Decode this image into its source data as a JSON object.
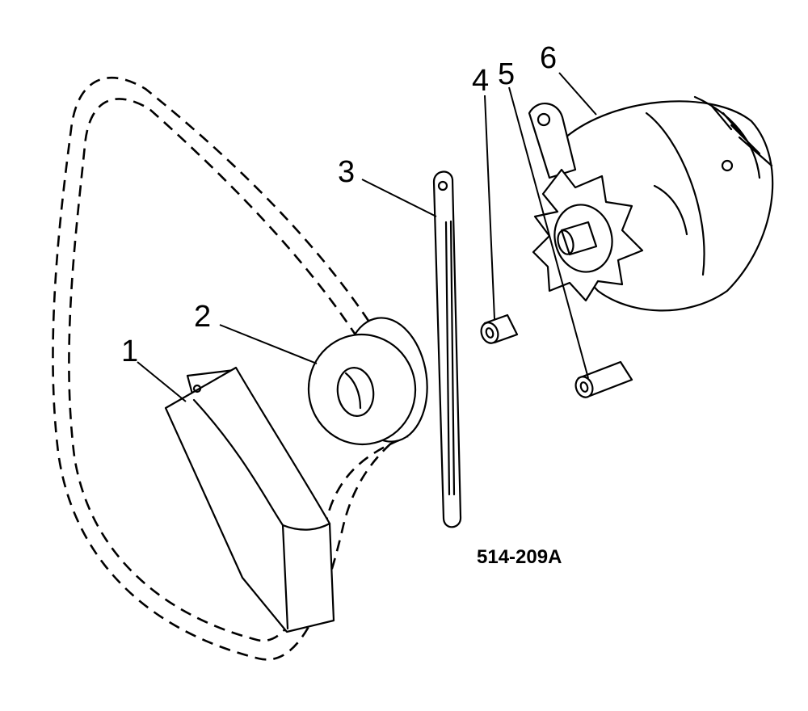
{
  "diagram": {
    "figure_code": "514-209A",
    "callouts": [
      {
        "id": "1",
        "label": "1"
      },
      {
        "id": "2",
        "label": "2"
      },
      {
        "id": "3",
        "label": "3"
      },
      {
        "id": "4",
        "label": "4"
      },
      {
        "id": "5",
        "label": "5"
      },
      {
        "id": "6",
        "label": "6"
      }
    ]
  }
}
